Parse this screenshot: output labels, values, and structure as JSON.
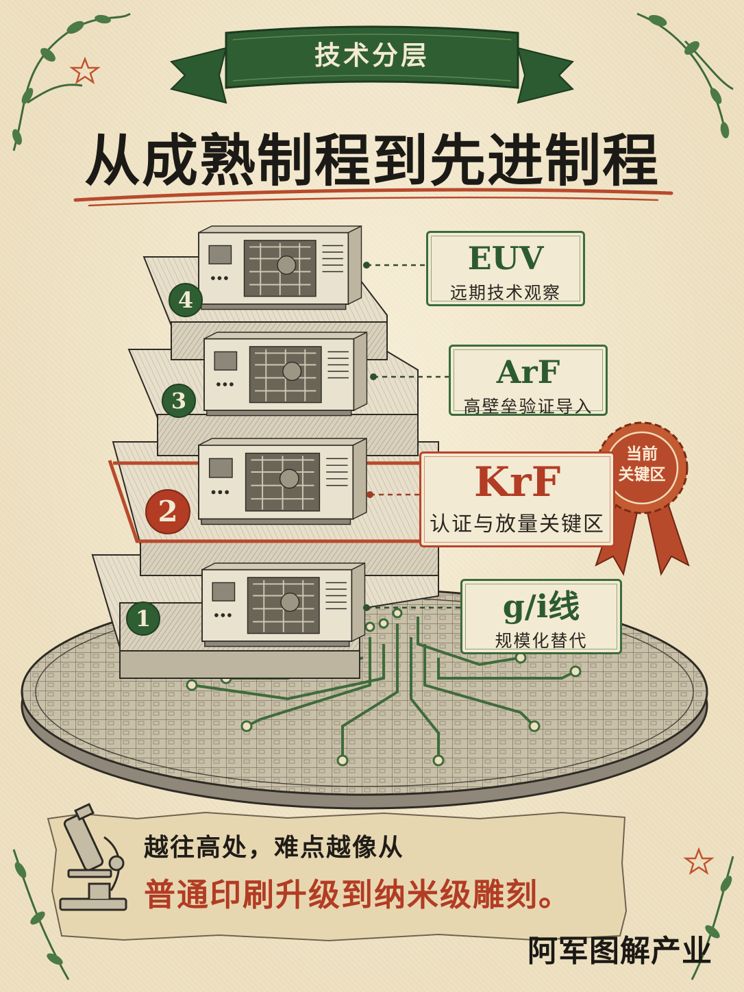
{
  "banner": {
    "text": "技术分层"
  },
  "title": "从成熟制程到先进制程",
  "tiers": [
    {
      "number": "4",
      "name": "EUV",
      "desc": "远期技术观察"
    },
    {
      "number": "3",
      "name": "ArF",
      "desc": "高壁垒验证导入"
    },
    {
      "number": "2",
      "name": "KrF",
      "desc": "认证与放量关键区",
      "highlight": true
    },
    {
      "number": "1",
      "name": "g/i线",
      "desc": "规模化替代"
    }
  ],
  "seal": {
    "line1": "当前",
    "line2": "关键区"
  },
  "note": {
    "line1": "越往高处，难点越像从",
    "line2": "普通印刷升级到纳米级雕刻。"
  },
  "signature": "阿军图解产业",
  "colors": {
    "green": "#2f5e33",
    "red": "#b23c24",
    "paper": "#eee1c2",
    "ink": "#1c1a16"
  },
  "icons": [
    "microscope-icon",
    "vine-icon",
    "star-icon",
    "lithography-machine-icon",
    "circuit-icon",
    "wafer-icon"
  ]
}
